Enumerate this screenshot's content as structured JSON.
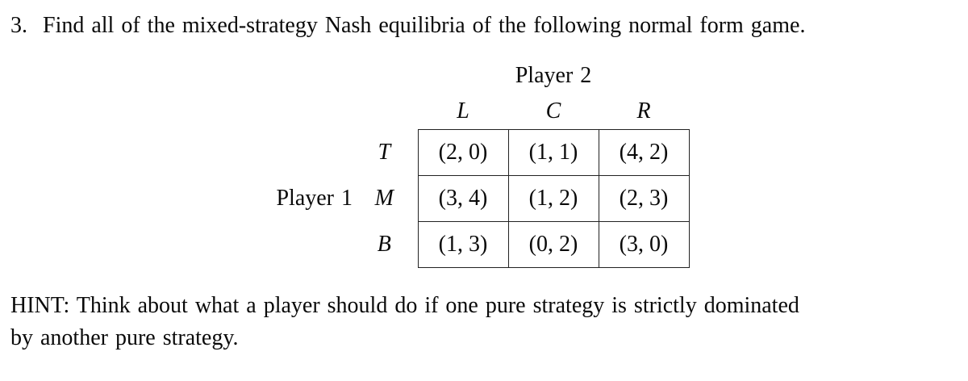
{
  "page": {
    "background": "#ffffff",
    "text_color": "#0a0a0a",
    "border_color": "#222222"
  },
  "problem": {
    "number": "3.",
    "statement": "Find all of the mixed-strategy Nash equilibria of the following normal form game."
  },
  "game": {
    "player2_label": "Player 2",
    "player1_label": "Player 1",
    "column_headers": [
      "L",
      "C",
      "R"
    ],
    "row_headers": [
      "T",
      "M",
      "B"
    ],
    "payoffs": [
      [
        "(2, 0)",
        "(1, 1)",
        "(4, 2)"
      ],
      [
        "(3, 4)",
        "(1, 2)",
        "(2, 3)"
      ],
      [
        "(1, 3)",
        "(0, 2)",
        "(3, 0)"
      ]
    ]
  },
  "hint": {
    "lines": [
      "HINT: Think about what a player should do if one pure strategy is strictly dominated",
      "by another pure strategy."
    ]
  }
}
